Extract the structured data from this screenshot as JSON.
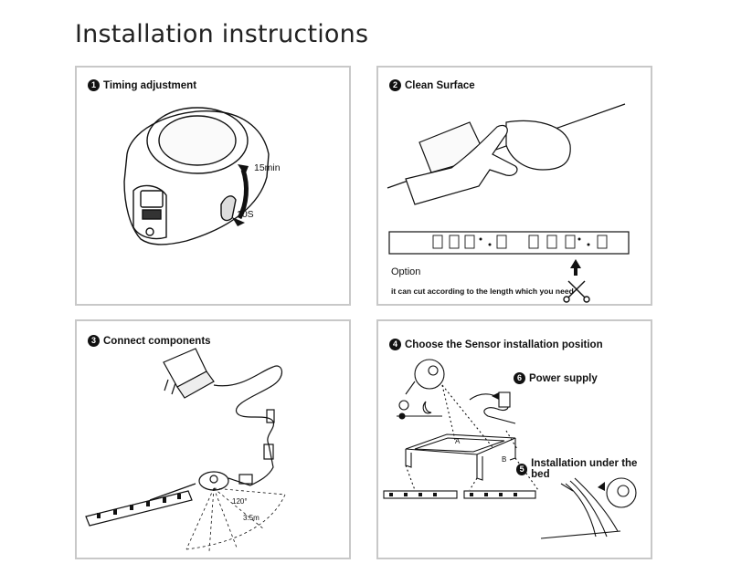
{
  "page_title": "Installation instructions",
  "panels": [
    {
      "number": "1",
      "title": "Timing adjustment",
      "labels": {
        "up": "15min",
        "down": "10S"
      }
    },
    {
      "number": "2",
      "title": "Clean Surface",
      "labels": {
        "option": "Option",
        "cut_note": "it can cut according to the length which you need"
      }
    },
    {
      "number": "3",
      "title": "Connect components",
      "labels": {
        "angle": "120°",
        "range": "3.5m"
      }
    },
    {
      "number": "4",
      "title": "Choose the Sensor installation position",
      "labels": {
        "power_number": "6",
        "power": "Power supply",
        "bed_number": "5",
        "bed": "Installation under the bed",
        "point_a": "A",
        "point_b": "B"
      }
    }
  ]
}
